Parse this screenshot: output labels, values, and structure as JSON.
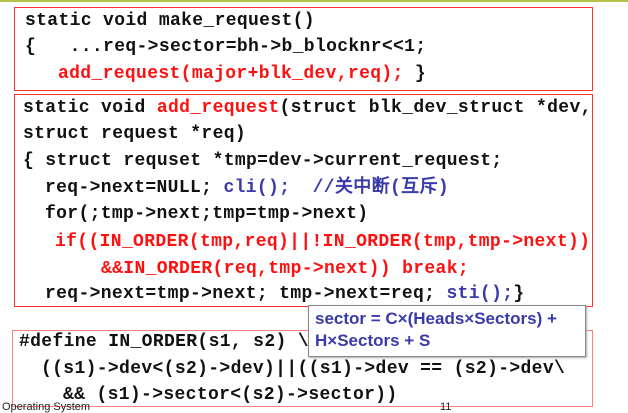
{
  "box1": {
    "line1": "static void make_request()",
    "line2": "{   ...req->sector=bh->b_blocknr<<1;",
    "line3": "add_request(major+blk_dev,req); ",
    "line3_end": "}"
  },
  "box2": {
    "l1a": "static void ",
    "l1b": "add_request",
    "l1c": "(struct blk_dev_struct *dev,",
    "l2": "struct request *req)",
    "l3": "{ struct requset *tmp=dev->current_request;",
    "l4a": "req->next=NULL; ",
    "l4b": "cli();  //关中断(互斥)",
    "l5": "for(;tmp->next;tmp=tmp->next)",
    "l6": "if((IN_ORDER(tmp,req)||!IN_ORDER(tmp,tmp->next))",
    "l7": "&&IN_ORDER(req,tmp->next)) break;",
    "l8a": "req->next=tmp->next; tmp->next=req; ",
    "l8b": "sti();",
    "l8c": "}"
  },
  "box3": {
    "l1": "#define IN_ORDER(s1, s2) \\",
    "l2": "((s1)->dev<(s2)->dev)||((s1)->dev == (s2)->dev\\",
    "l3": "&& (s1)->sector<(s2)->sector))"
  },
  "popup": {
    "line1": "sector = C×(Heads×Sectors) +",
    "line2": "H×Sectors + S"
  },
  "footer": {
    "left": "Operating System",
    "right": "11"
  }
}
